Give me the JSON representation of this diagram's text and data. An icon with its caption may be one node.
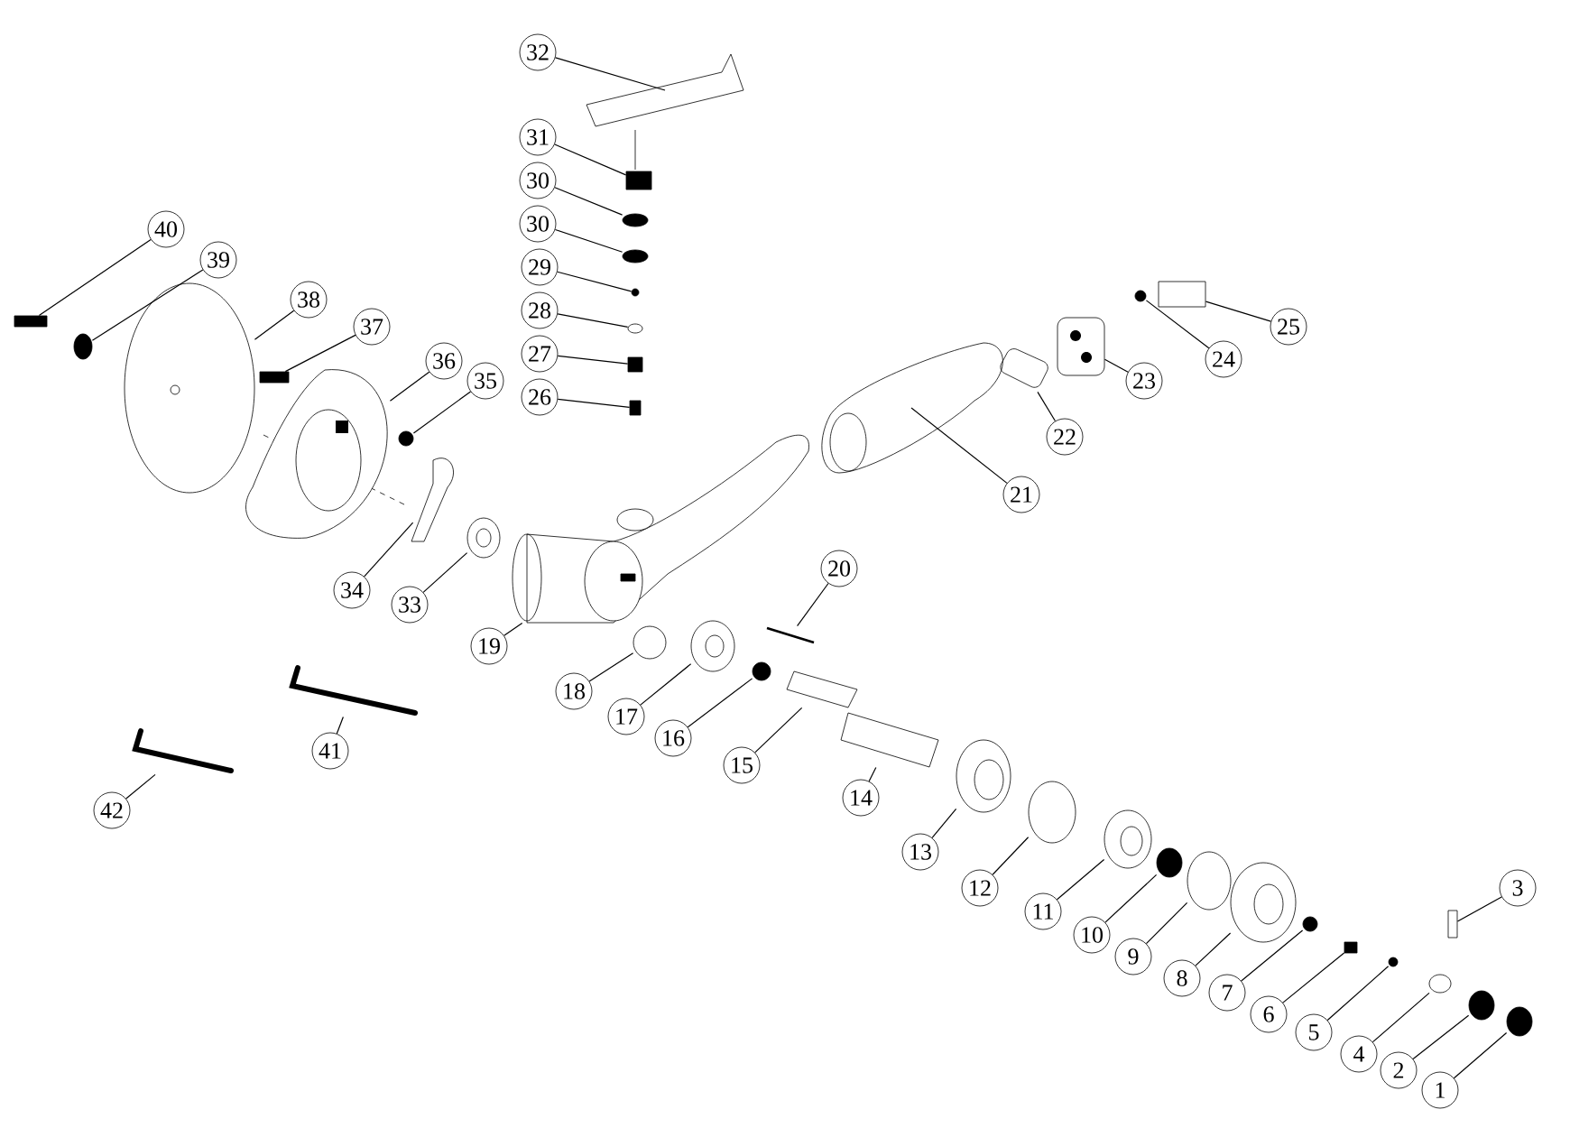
{
  "diagram": {
    "nodes": [
      {
        "text": [
          "1"
        ]
      },
      {
        "text": [
          "2"
        ]
      },
      {
        "text": [
          "3"
        ]
      },
      {
        "text": [
          "4"
        ]
      },
      {
        "text": [
          "5"
        ]
      },
      {
        "text": [
          "6"
        ]
      },
      {
        "text": [
          "7"
        ]
      },
      {
        "text": [
          "8"
        ]
      },
      {
        "text": [
          "9"
        ]
      },
      {
        "text": [
          "10"
        ]
      },
      {
        "text": [
          "11"
        ]
      },
      {
        "text": [
          "12"
        ]
      },
      {
        "text": [
          "13"
        ]
      },
      {
        "text": [
          "14"
        ]
      },
      {
        "text": [
          "15"
        ]
      },
      {
        "text": [
          "16"
        ]
      },
      {
        "text": [
          "17"
        ]
      },
      {
        "text": [
          "18"
        ]
      },
      {
        "text": [
          "19"
        ]
      },
      {
        "text": [
          "20"
        ]
      },
      {
        "text": [
          "21"
        ]
      },
      {
        "text": [
          "22"
        ]
      },
      {
        "text": [
          "23"
        ]
      },
      {
        "text": [
          "24"
        ]
      },
      {
        "text": [
          "25"
        ]
      },
      {
        "text": [
          "26"
        ]
      },
      {
        "text": [
          "27"
        ]
      },
      {
        "text": [
          "28"
        ]
      },
      {
        "text": [
          "29"
        ]
      },
      {
        "text": [
          "30"
        ]
      },
      {
        "text": [
          "30"
        ]
      },
      {
        "text": [
          "31"
        ]
      },
      {
        "text": [
          "32"
        ]
      },
      {
        "text": [
          "33"
        ]
      },
      {
        "text": [
          "34"
        ]
      },
      {
        "text": [
          "35"
        ]
      },
      {
        "text": [
          "36"
        ]
      },
      {
        "text": [
          "37"
        ]
      },
      {
        "text": [
          "38"
        ]
      },
      {
        "text": [
          "39"
        ]
      },
      {
        "text": [
          "40"
        ]
      },
      {
        "text": [
          "41"
        ]
      },
      {
        "text": [
          "42"
        ]
      },
      {
        "text": [],
        "shape": "circle"
      },
      {
        "text": [],
        "shape": "circle"
      },
      {
        "text": [],
        "shape": "box"
      },
      {
        "text": [],
        "shape": "circle"
      },
      {
        "text": [],
        "shape": "circle"
      },
      {
        "text": [],
        "shape": "box"
      },
      {
        "text": [],
        "shape": "circle"
      },
      {
        "text": [],
        "shape": "picture"
      },
      {
        "text": [],
        "shape": "circle"
      },
      {
        "text": [],
        "shape": "circle"
      },
      {
        "text": [],
        "shape": "picture"
      },
      {
        "text": [],
        "shape": "circle"
      },
      {
        "text": [],
        "shape": "picture"
      },
      {
        "text": [],
        "shape": "picture"
      },
      {
        "text": [],
        "shape": "picture"
      },
      {
        "text": [],
        "shape": "circle"
      },
      {
        "text": [],
        "shape": "picture"
      },
      {
        "text": [],
        "shape": "circle"
      },
      {
        "text": [],
        "shape": "picture"
      },
      {
        "text": [],
        "shape": "picture"
      },
      {
        "text": [],
        "shape": "picture"
      },
      {
        "text": [],
        "shape": "picture"
      },
      {
        "text": [],
        "shape": "picture"
      },
      {
        "text": [],
        "shape": "circle"
      },
      {
        "text": [],
        "shape": "box"
      },
      {
        "text": [],
        "shape": "box"
      },
      {
        "text": [],
        "shape": "box"
      },
      {
        "text": [],
        "shape": "circle"
      },
      {
        "text": [],
        "shape": "circle"
      },
      {
        "text": [],
        "shape": "circle"
      },
      {
        "text": [],
        "shape": "circle"
      },
      {
        "text": [],
        "shape": "box"
      },
      {
        "text": [],
        "shape": "picture"
      },
      {
        "text": [],
        "shape": "picture"
      },
      {
        "text": [],
        "shape": "picture"
      },
      {
        "text": [],
        "shape": "circle"
      },
      {
        "text": [],
        "shape": "picture"
      },
      {
        "text": [],
        "shape": "box"
      },
      {
        "text": [],
        "shape": "picture"
      },
      {
        "text": [],
        "shape": "circle"
      },
      {
        "text": [],
        "shape": "box"
      },
      {
        "text": [],
        "shape": "picture"
      },
      {
        "text": [],
        "shape": "picture"
      }
    ],
    "edges": [
      {
        "from": 0,
        "to": 43,
        "arrow": "none"
      },
      {
        "from": 1,
        "to": 44,
        "arrow": "none"
      },
      {
        "from": 2,
        "to": 45,
        "arrow": "none"
      },
      {
        "from": 3,
        "to": 46,
        "arrow": "none"
      },
      {
        "from": 4,
        "to": 47,
        "arrow": "none"
      },
      {
        "from": 5,
        "to": 48,
        "arrow": "none"
      },
      {
        "from": 6,
        "to": 49,
        "arrow": "none"
      },
      {
        "from": 7,
        "to": 50,
        "arrow": "none"
      },
      {
        "from": 8,
        "to": 51,
        "arrow": "none"
      },
      {
        "from": 9,
        "to": 52,
        "arrow": "none"
      },
      {
        "from": 10,
        "to": 53,
        "arrow": "none"
      },
      {
        "from": 11,
        "to": 54,
        "arrow": "none"
      },
      {
        "from": 12,
        "to": 55,
        "arrow": "none"
      },
      {
        "from": 13,
        "to": 56,
        "arrow": "none"
      },
      {
        "from": 14,
        "to": 57,
        "arrow": "none"
      },
      {
        "from": 15,
        "to": 58,
        "arrow": "none"
      },
      {
        "from": 16,
        "to": 59,
        "arrow": "none"
      },
      {
        "from": 17,
        "to": 60,
        "arrow": "none"
      },
      {
        "from": 18,
        "to": 61,
        "arrow": "none"
      },
      {
        "from": 19,
        "to": 62,
        "arrow": "none"
      },
      {
        "from": 20,
        "to": 63,
        "arrow": "none"
      },
      {
        "from": 21,
        "to": 64,
        "arrow": "none"
      },
      {
        "from": 22,
        "to": 65,
        "arrow": "none"
      },
      {
        "from": 23,
        "to": 66,
        "arrow": "none"
      },
      {
        "from": 24,
        "to": 67,
        "arrow": "none"
      },
      {
        "from": 25,
        "to": 68,
        "arrow": "none"
      },
      {
        "from": 26,
        "to": 69,
        "arrow": "none"
      },
      {
        "from": 27,
        "to": 70,
        "arrow": "none"
      },
      {
        "from": 28,
        "to": 71,
        "arrow": "none"
      },
      {
        "from": 29,
        "to": 72,
        "arrow": "none"
      },
      {
        "from": 30,
        "to": 73,
        "arrow": "none"
      },
      {
        "from": 31,
        "to": 74,
        "arrow": "none"
      },
      {
        "from": 32,
        "to": 75,
        "arrow": "none"
      },
      {
        "from": 33,
        "to": 76,
        "arrow": "none"
      },
      {
        "from": 34,
        "to": 77,
        "arrow": "none"
      },
      {
        "from": 35,
        "to": 78,
        "arrow": "none"
      },
      {
        "from": 36,
        "to": 79,
        "arrow": "none"
      },
      {
        "from": 37,
        "to": 80,
        "arrow": "none"
      },
      {
        "from": 38,
        "to": 81,
        "arrow": "none"
      },
      {
        "from": 39,
        "to": 82,
        "arrow": "none"
      },
      {
        "from": 40,
        "to": 83,
        "arrow": "none"
      },
      {
        "from": 41,
        "to": 84,
        "arrow": "none"
      },
      {
        "from": 42,
        "to": 85,
        "arrow": "none"
      }
    ]
  }
}
